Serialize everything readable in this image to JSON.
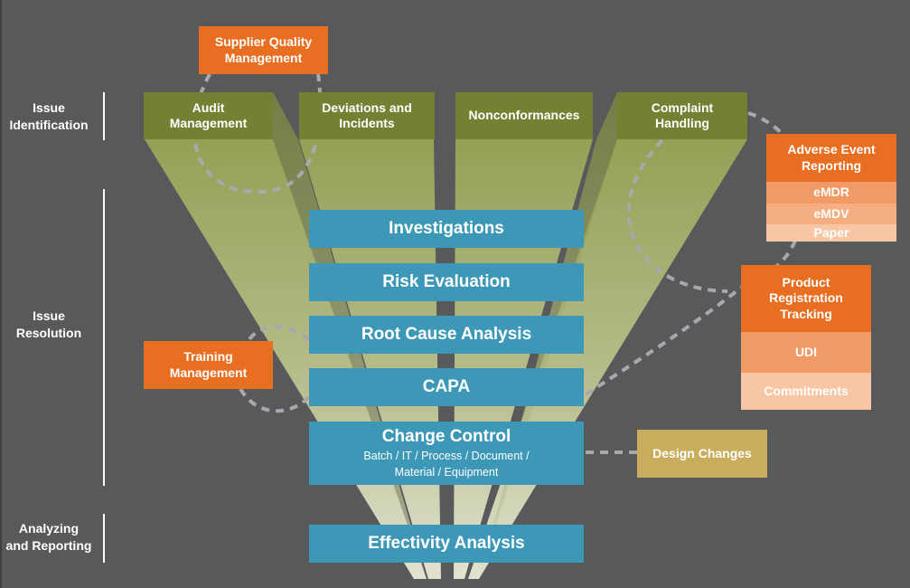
{
  "phases": [
    {
      "id": "issue-identification",
      "label_lines": [
        "Issue",
        "Identification"
      ]
    },
    {
      "id": "issue-resolution",
      "label_lines": [
        "Issue",
        "Resolution"
      ]
    },
    {
      "id": "analyzing-reporting",
      "label_lines": [
        "Analyzing",
        "and Reporting"
      ]
    }
  ],
  "identification_sources": [
    {
      "id": "audit-management",
      "label_lines": [
        "Audit",
        "Management"
      ]
    },
    {
      "id": "deviations-incidents",
      "label_lines": [
        "Deviations and",
        "Incidents"
      ]
    },
    {
      "id": "nonconformances",
      "label_lines": [
        "Nonconformances"
      ]
    },
    {
      "id": "complaint-handling",
      "label_lines": [
        "Complaint",
        "Handling"
      ]
    }
  ],
  "resolution_steps": [
    {
      "id": "investigations",
      "label": "Investigations"
    },
    {
      "id": "risk-evaluation",
      "label": "Risk Evaluation"
    },
    {
      "id": "root-cause-analysis",
      "label": "Root Cause Analysis"
    },
    {
      "id": "capa",
      "label": "CAPA"
    },
    {
      "id": "change-control",
      "label": "Change Control",
      "subtitle_lines": [
        "Batch / IT  /  Process  / Document /",
        "Material  /  Equipment"
      ]
    }
  ],
  "analysis_step": {
    "id": "effectivity-analysis",
    "label": "Effectivity Analysis"
  },
  "related_modules": {
    "supplier_quality": {
      "label_lines": [
        "Supplier Quality",
        "Management"
      ]
    },
    "training": {
      "label_lines": [
        "Training",
        "Management"
      ]
    },
    "adverse_event": {
      "label_lines": [
        "Adverse Event",
        "Reporting"
      ],
      "items": [
        "eMDR",
        "eMDV",
        "Paper"
      ]
    },
    "product_registration": {
      "label_lines": [
        "Product",
        "Registration",
        "Tracking"
      ],
      "items": [
        "UDI",
        "Commitments"
      ]
    },
    "design_changes": {
      "label": "Design Changes"
    }
  },
  "colors": {
    "background": "#58595b",
    "source_green": "#738133",
    "process_blue": "#3d98b8",
    "module_orange": "#e86f22",
    "orange_tint_1": "#f19a66",
    "orange_tint_2": "#f4ae82",
    "orange_tint_3": "#f8c6a4",
    "design_tan": "#c8ad5c",
    "connector_gray": "#a7a9ac"
  }
}
